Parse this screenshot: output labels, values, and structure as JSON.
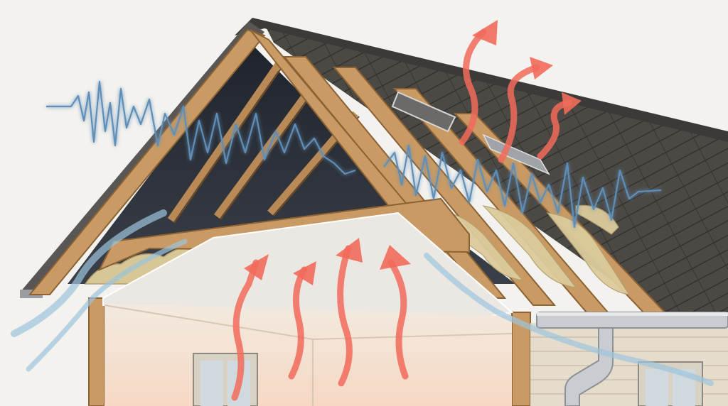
{
  "diagram": {
    "subject": "attic-heat-loss-cross-section",
    "colors": {
      "sky": "#f4f2ee",
      "shingle_dark": "#4a4746",
      "shingle_mid": "#5b5756",
      "shingle_line": "#3a3837",
      "attic_dark": "#2a2d35",
      "timber": "#c99a63",
      "timber_dark": "#8a6234",
      "insulation": "#d9c89a",
      "ceiling": "#ebe8e3",
      "wall": "#efe3cf",
      "siding": "#e6dccb",
      "window_frame": "#d8d2c4",
      "window_glass": "#cfd9de",
      "gutter": "#c9ccd0",
      "heat_arrow": "#f26b5b",
      "sound_wave": "#5f8fb8",
      "air_flow": "#9cc4dd"
    },
    "icons": [
      "heat-rising-arrow",
      "sound-wave",
      "cold-air-draft",
      "roof-vent",
      "gutter",
      "downspout",
      "window"
    ],
    "heat_arrows": {
      "interior": 4,
      "escaping_through_roof": 3
    },
    "sound_waves": 2,
    "air_drafts": 3
  }
}
